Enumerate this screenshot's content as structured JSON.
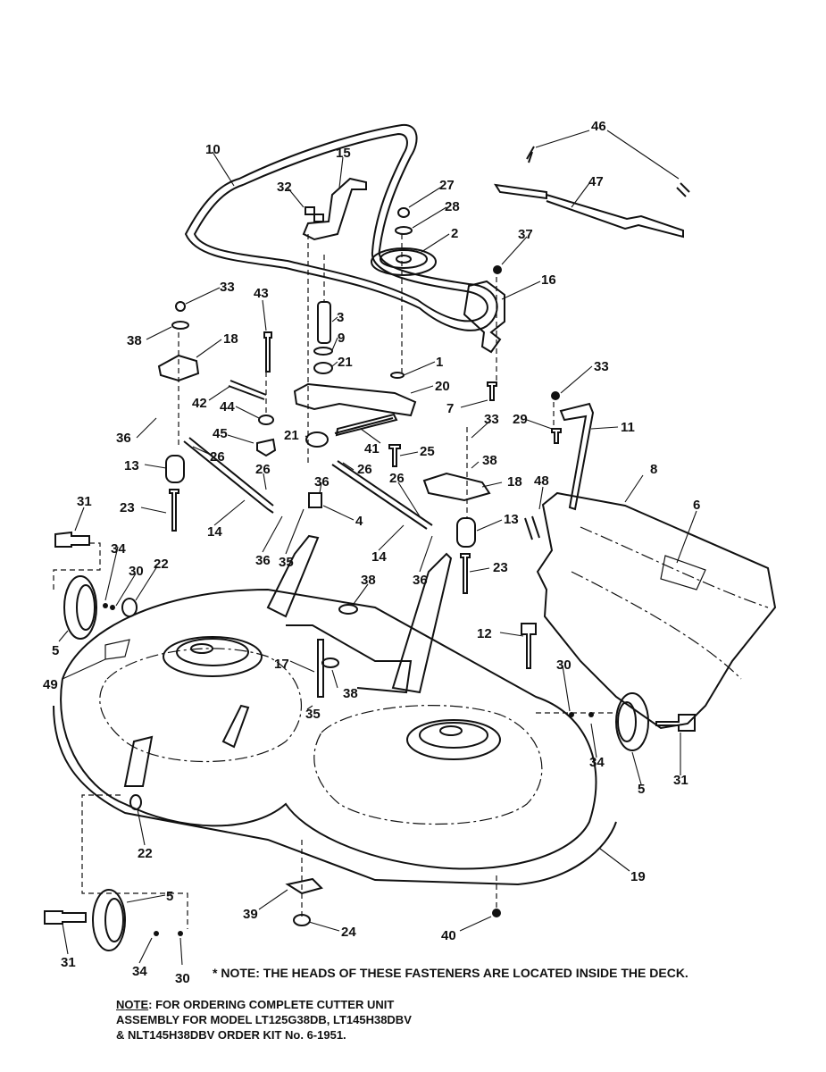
{
  "fastener_note": "* NOTE: THE HEADS OF THESE FASTENERS ARE LOCATED INSIDE THE DECK.",
  "order_note": {
    "prefix": "NOTE",
    "line1": ":  FOR ORDERING COMPLETE CUTTER UNIT",
    "line2": "ASSEMBLY FOR MODEL LT125G38DB, LT145H38DBV",
    "line3": "& NLT145H38DBV ORDER KIT No. 6-1951."
  },
  "callouts": {
    "c10": "10",
    "c15": "15",
    "c32": "32",
    "c27": "27",
    "c28": "28",
    "c2": "2",
    "c46": "46",
    "c47": "47",
    "c37": "37",
    "c16": "16",
    "c33a": "33",
    "c43": "43",
    "c3": "3",
    "c9": "9",
    "c38a": "38",
    "c18a": "18",
    "c21a": "21",
    "c1": "1",
    "c20": "20",
    "c42": "42",
    "c7": "7",
    "c44": "44",
    "c33b": "33",
    "c29": "29",
    "c11": "11",
    "c41": "41",
    "c21b": "21",
    "c25": "25",
    "c33c": "33",
    "c36a": "36",
    "c45": "45",
    "c26a": "26",
    "c38b": "38",
    "c13a": "13",
    "c26b": "26",
    "c26c": "26",
    "c26d": "26",
    "c18b": "18",
    "c48": "48",
    "c8": "8",
    "c6": "6",
    "c36b": "36",
    "c4": "4",
    "c23a": "23",
    "c14a": "14",
    "c31a": "31",
    "c13b": "13",
    "c36c": "36",
    "c35a": "35",
    "c14b": "14",
    "c36d": "36",
    "c23b": "23",
    "c34a": "34",
    "c30a": "30",
    "c22a": "22",
    "c38c": "38",
    "c12": "12",
    "c5a": "5",
    "c17": "17",
    "c38d": "38",
    "c49": "49",
    "c30b": "30",
    "c35b": "35",
    "c34b": "34",
    "c31b": "31",
    "c5b": "5",
    "c22b": "22",
    "c19": "19",
    "c5c": "5",
    "c39": "39",
    "c24": "24",
    "c40": "40",
    "c31c": "31",
    "c34c": "34",
    "c30c": "30"
  }
}
